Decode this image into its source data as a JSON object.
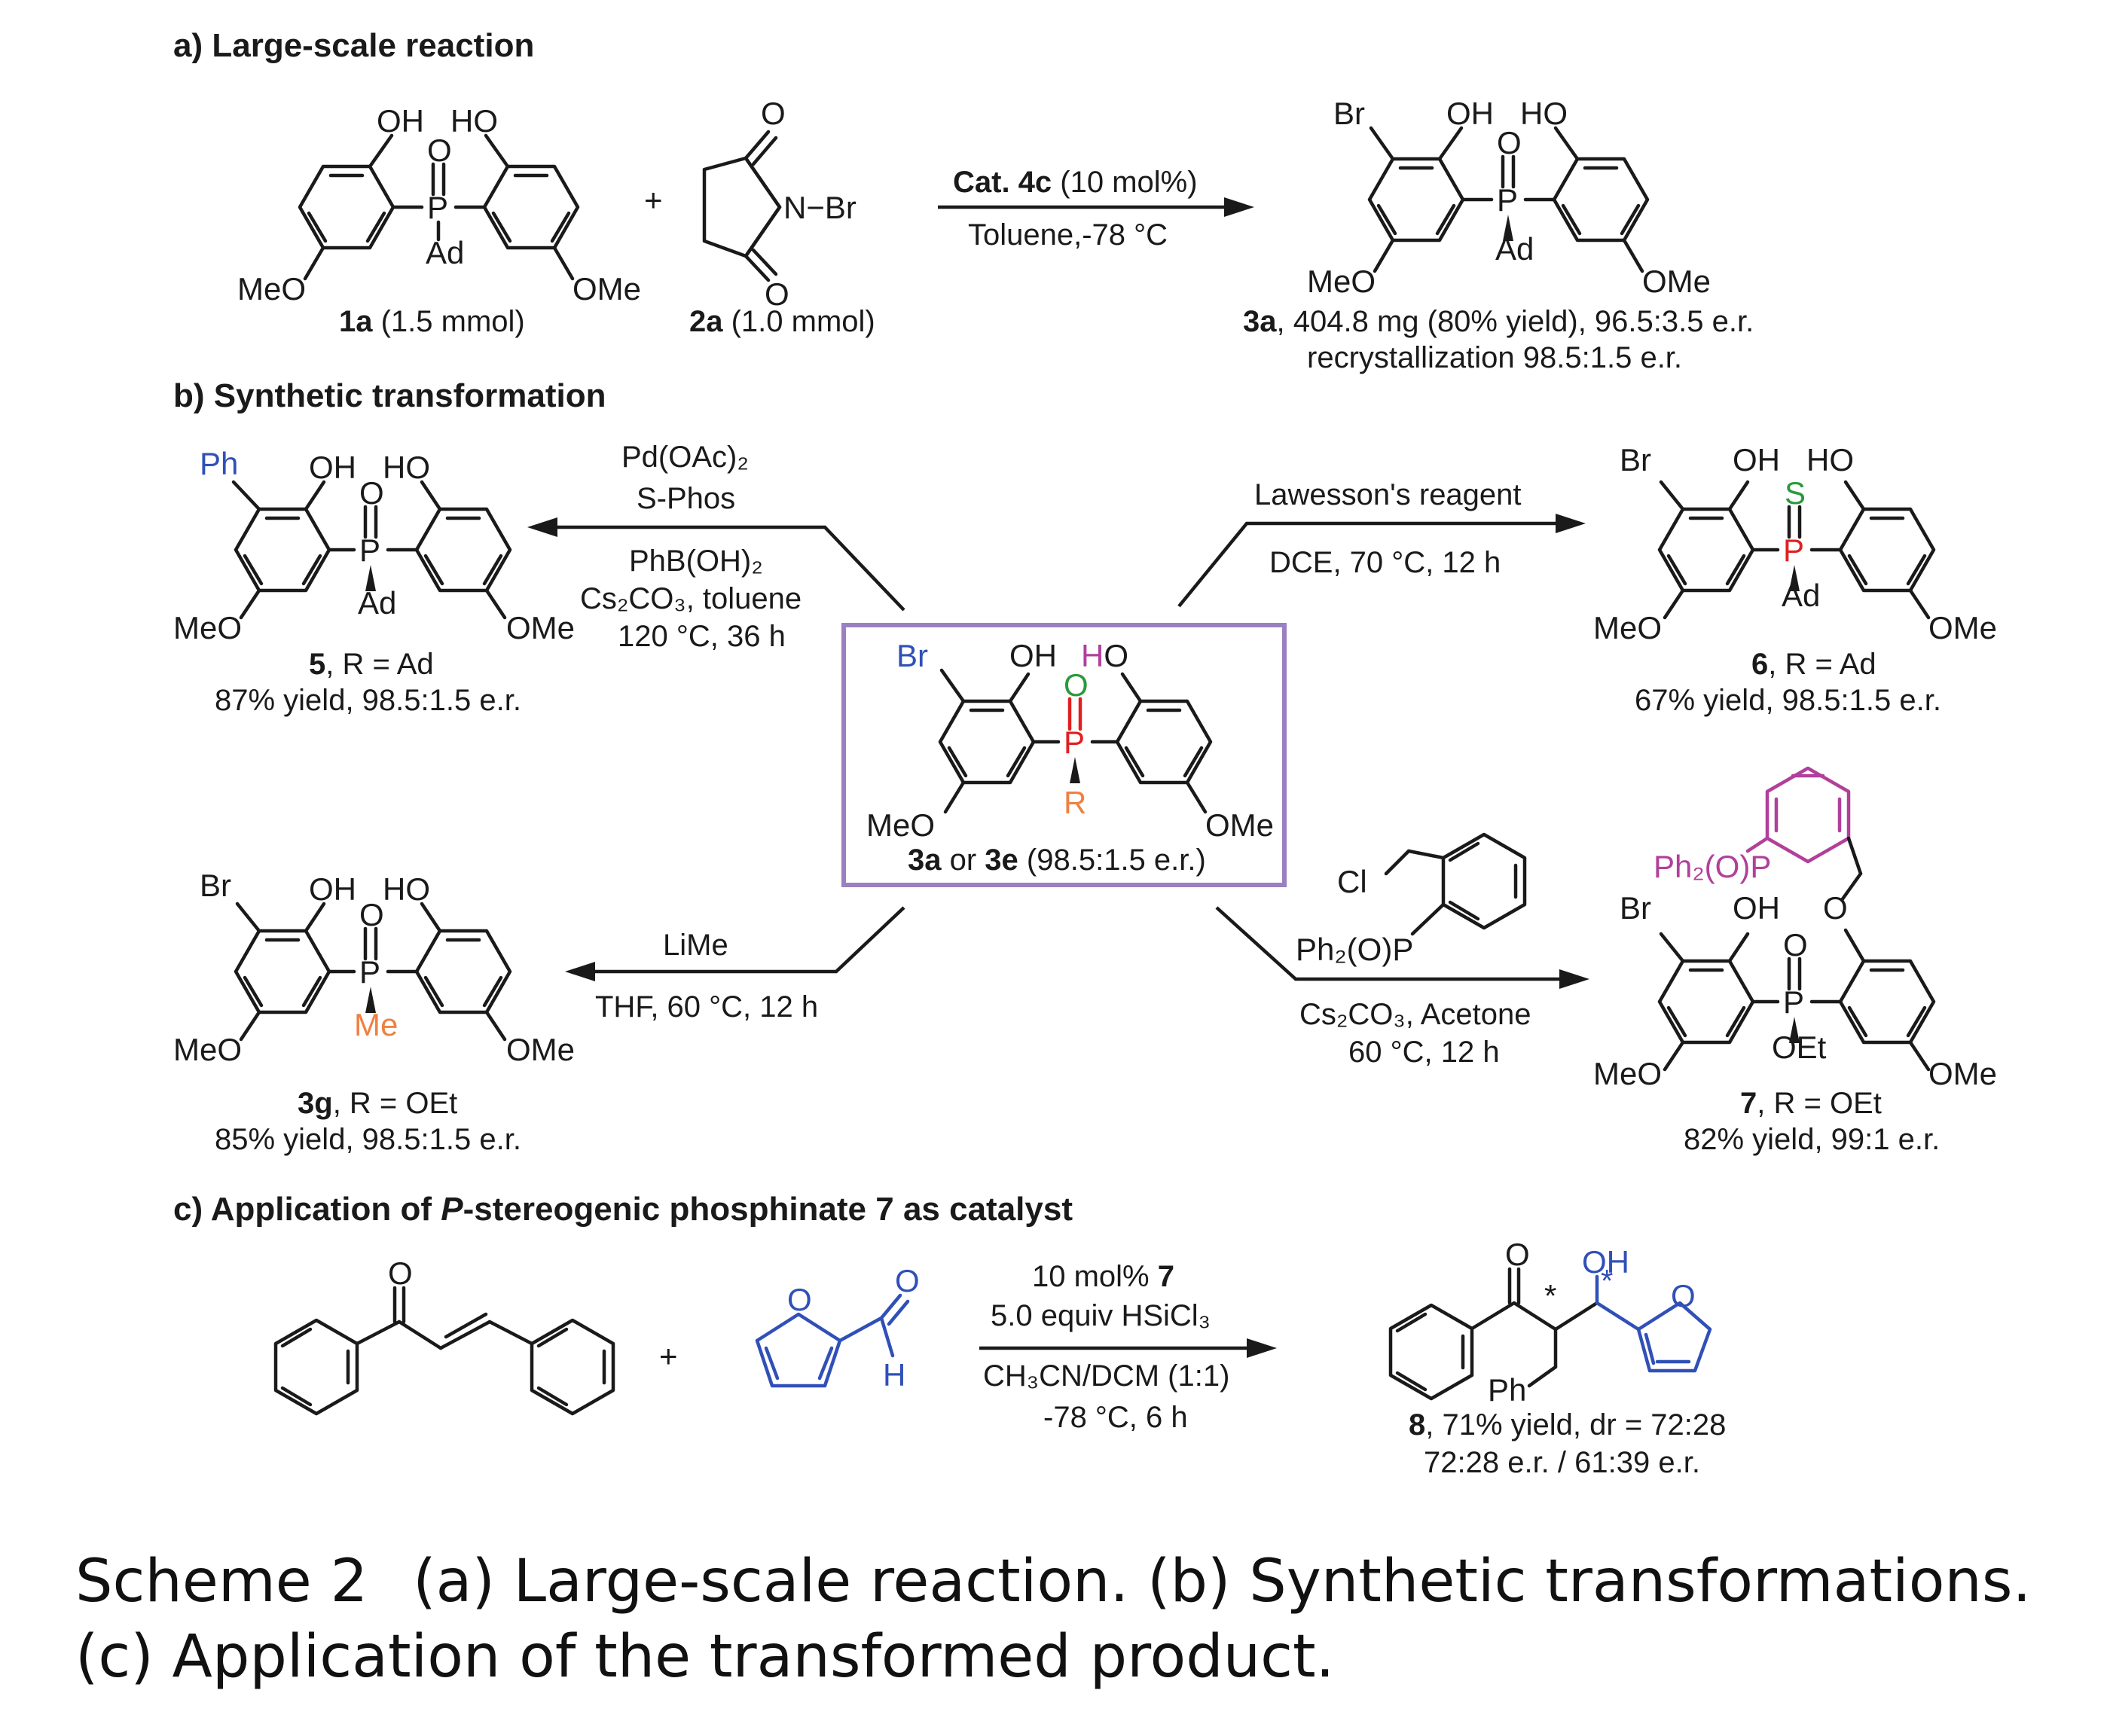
{
  "sections": {
    "a": "a) Large-scale reaction",
    "b": "b) Synthetic transformation",
    "c_prefix": "c) Application of ",
    "c_italic": "P",
    "c_suffix": "-stereogenic phosphinate 7 as catalyst"
  },
  "atoms": {
    "oh": "OH",
    "ho": "HO",
    "meo": "MeO",
    "ome": "OMe",
    "p": "P",
    "o": "O",
    "ad": "Ad",
    "br": "Br",
    "nbr": "N−Br",
    "ph": "Ph",
    "s": "S",
    "r": "R",
    "me": "Me",
    "oet": "OEt",
    "cl": "Cl",
    "ph2op": "Ph₂(O)P",
    "h": "H",
    "star": "*",
    "plus": "+"
  },
  "part_a": {
    "label_1a_bold": "1a",
    "label_1a_rest": " (1.5 mmol)",
    "label_2a_bold": "2a",
    "label_2a_rest": " (1.0 mmol)",
    "cond1_bold": "Cat. 4c",
    "cond1_rest": " (10 mol%)",
    "cond2": "Toluene,-78 °C",
    "label_3a_bold": "3a",
    "label_3a_rest": ", 404.8 mg (80% yield), 96.5:3.5 e.r.",
    "label_3a_line2": "recrystallization 98.5:1.5 e.r."
  },
  "part_b": {
    "center_bold1": "3a",
    "center_mid": " or ",
    "center_bold2": "3e",
    "center_rest": " (98.5:1.5 e.r.)",
    "suzuki": [
      "Pd(OAc)₂",
      "S-Phos",
      "PhB(OH)₂",
      "Cs₂CO₃, toluene",
      "120 °C, 36 h"
    ],
    "lawesson": [
      "Lawesson's reagent",
      "DCE, 70 °C, 12 h"
    ],
    "limeth": [
      "LiMe",
      "THF, 60 °C, 12 h"
    ],
    "alkyl": [
      "Cs₂CO₃, Acetone",
      "60 °C, 12 h"
    ],
    "p5": {
      "bold": "5",
      "rest": ", R = Ad",
      "line2": "87% yield, 98.5:1.5 e.r."
    },
    "p6": {
      "bold": "6",
      "rest": ", R = Ad",
      "line2": "67% yield, 98.5:1.5 e.r."
    },
    "p3g": {
      "bold": "3g",
      "rest": ", R = OEt",
      "line2": "85% yield, 98.5:1.5 e.r."
    },
    "p7": {
      "bold": "7",
      "rest": ", R = OEt",
      "line2": "82% yield, 99:1 e.r."
    }
  },
  "part_c": {
    "cond": [
      "10 mol% ",
      "5.0 equiv HSiCl₃",
      "CH₃CN/DCM (1:1)",
      "-78 °C, 6 h"
    ],
    "cond_bold": "7",
    "p8_bold": "8",
    "p8_rest": ", 71% yield, dr = 72:28",
    "p8_line2": "72:28 e.r. / 61:39 e.r."
  },
  "caption": {
    "title": "Scheme 2",
    "text": "(a) Large-scale reaction. (b) Synthetic transformations. (c) Application of the transformed product."
  },
  "colors": {
    "blue": "#3050b8",
    "pink": "#b0409a",
    "green": "#2a9a3a",
    "red": "#e02020",
    "orange": "#f08040",
    "box": "#9a80c0"
  }
}
